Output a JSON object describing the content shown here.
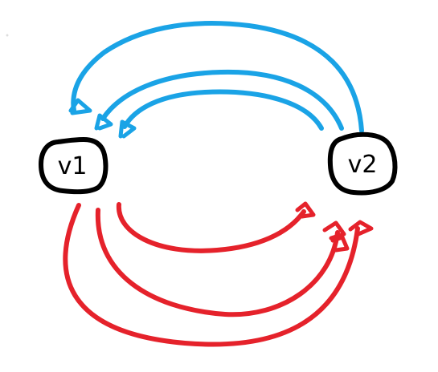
{
  "colors": {
    "node_stroke": "#000000",
    "edge_v2_to_v1": "#1aa3e6",
    "edge_v1_to_v2": "#e5222b"
  },
  "nodes": [
    {
      "id": "v1",
      "label": "v1"
    },
    {
      "id": "v2",
      "label": "v2"
    }
  ],
  "edges": [
    {
      "from": "v2",
      "to": "v1",
      "color": "blue"
    },
    {
      "from": "v2",
      "to": "v1",
      "color": "blue"
    },
    {
      "from": "v2",
      "to": "v1",
      "color": "blue"
    },
    {
      "from": "v1",
      "to": "v2",
      "color": "red"
    },
    {
      "from": "v1",
      "to": "v2",
      "color": "red"
    },
    {
      "from": "v1",
      "to": "v2",
      "color": "red"
    }
  ]
}
